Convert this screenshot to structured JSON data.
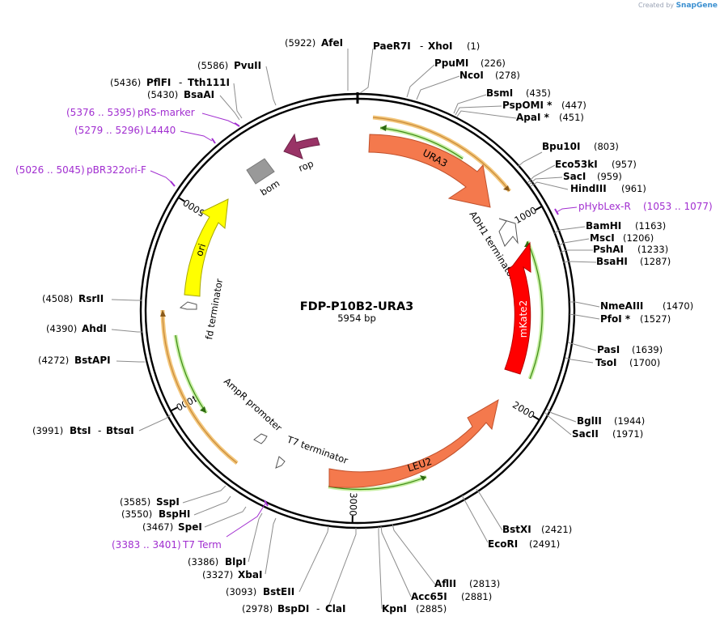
{
  "credit": {
    "created_by": "Created by",
    "product": "SnapGene"
  },
  "plasmid": {
    "name": "FDP-P10B2-URA3",
    "length_label": "5954 bp",
    "length": 5954
  },
  "ticks": [
    {
      "bp": 1000,
      "label": "1000"
    },
    {
      "bp": 2000,
      "label": "2000"
    },
    {
      "bp": 3000,
      "label": "3000"
    },
    {
      "bp": 4000,
      "label": "4000"
    },
    {
      "bp": 5000,
      "label": "5000"
    }
  ],
  "enzymes": [
    {
      "name": "AfeI",
      "pos": "(5922)"
    },
    {
      "name": "PaeR7I",
      "name2": "XhoI",
      "pos": "(1)"
    },
    {
      "name": "PpuMI",
      "pos": "(226)"
    },
    {
      "name": "NcoI",
      "pos": "(278)"
    },
    {
      "name": "BsmI",
      "pos": "(435)"
    },
    {
      "name": "PspOMI *",
      "pos": "(447)"
    },
    {
      "name": "ApaI *",
      "pos": "(451)"
    },
    {
      "name": "Bpu10I",
      "pos": "(803)"
    },
    {
      "name": "Eco53kI",
      "pos": "(957)"
    },
    {
      "name": "SacI",
      "pos": "(959)"
    },
    {
      "name": "HindIII",
      "pos": "(961)"
    },
    {
      "name": "BamHI",
      "pos": "(1163)"
    },
    {
      "name": "MscI",
      "pos": "(1206)"
    },
    {
      "name": "PshAI",
      "pos": "(1233)"
    },
    {
      "name": "BsaHI",
      "pos": "(1287)"
    },
    {
      "name": "NmeAIII",
      "pos": "(1470)"
    },
    {
      "name": "PfoI *",
      "pos": "(1527)"
    },
    {
      "name": "PasI",
      "pos": "(1639)"
    },
    {
      "name": "TsoI",
      "pos": "(1700)"
    },
    {
      "name": "BglII",
      "pos": "(1944)"
    },
    {
      "name": "SacII",
      "pos": "(1971)"
    },
    {
      "name": "BstXI",
      "pos": "(2421)"
    },
    {
      "name": "EcoRI",
      "pos": "(2491)"
    },
    {
      "name": "AflII",
      "pos": "(2813)"
    },
    {
      "name": "Acc65I",
      "pos": "(2881)"
    },
    {
      "name": "KpnI",
      "pos": "(2885)"
    },
    {
      "name": "BspDI",
      "name2": "ClaI",
      "pos": "(2978)"
    },
    {
      "name": "BstEII",
      "pos": "(3093)"
    },
    {
      "name": "XbaI",
      "pos": "(3327)"
    },
    {
      "name": "BlpI",
      "pos": "(3386)"
    },
    {
      "name": "SpeI",
      "pos": "(3467)"
    },
    {
      "name": "BspHI",
      "pos": "(3550)"
    },
    {
      "name": "SspI",
      "pos": "(3585)"
    },
    {
      "name": "BtsI",
      "name2": "BtsαI",
      "pos": "(3991)"
    },
    {
      "name": "BstAPI",
      "pos": "(4272)"
    },
    {
      "name": "AhdI",
      "pos": "(4390)"
    },
    {
      "name": "RsrII",
      "pos": "(4508)"
    },
    {
      "name": "BsaAI",
      "pos": "(5430)"
    },
    {
      "name": "PflFI",
      "name2": "Tth111I",
      "pos": "(5436)"
    },
    {
      "name": "PvuII",
      "pos": "(5586)"
    }
  ],
  "primers": [
    {
      "range": "(5376 .. 5395)",
      "name": "pRS-marker"
    },
    {
      "range": "(5279 .. 5296)",
      "name": "L4440"
    },
    {
      "range": "(5026 .. 5045)",
      "name": "pBR322ori-F"
    },
    {
      "name": "pHybLex-R",
      "range": "(1053 .. 1077)"
    },
    {
      "range": "(3383 .. 3401)",
      "name": "T7 Term"
    }
  ],
  "features": [
    {
      "name": "URA3",
      "color": "#f4794d"
    },
    {
      "name": "mKate2",
      "color": "#ff0000"
    },
    {
      "name": "LEU2",
      "color": "#f4794d"
    },
    {
      "name": "ori",
      "color": "#ffff00"
    },
    {
      "name": "rop",
      "color": "#993366"
    },
    {
      "name": "bom",
      "color": "#999999"
    },
    {
      "name": "ADH1 terminator"
    },
    {
      "name": "fd terminator"
    },
    {
      "name": "AmpR promoter"
    },
    {
      "name": "T7 terminator"
    }
  ]
}
